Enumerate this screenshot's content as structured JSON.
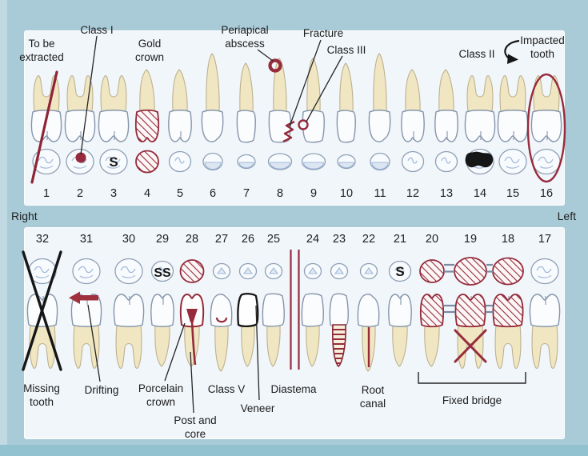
{
  "figure": {
    "right_label": "Right",
    "left_label": "Left"
  },
  "teeth_upper": [
    {
      "num": "1",
      "type": "molar",
      "symbols": [
        "extraction-line"
      ]
    },
    {
      "num": "2",
      "type": "molar",
      "symbols": [
        "class-i-caries"
      ]
    },
    {
      "num": "3",
      "type": "molar",
      "symbols": [
        "sealant"
      ]
    },
    {
      "num": "4",
      "type": "premolar",
      "symbols": [
        "gold-crown"
      ]
    },
    {
      "num": "5",
      "type": "premolar",
      "symbols": []
    },
    {
      "num": "6",
      "type": "canine",
      "symbols": []
    },
    {
      "num": "7",
      "type": "incisor",
      "symbols": []
    },
    {
      "num": "8",
      "type": "incisorC",
      "symbols": [
        "periapical-abscess",
        "fracture"
      ]
    },
    {
      "num": "9",
      "type": "incisorC",
      "symbols": [
        "class-iii-caries"
      ]
    },
    {
      "num": "10",
      "type": "incisor",
      "symbols": []
    },
    {
      "num": "11",
      "type": "canine",
      "symbols": []
    },
    {
      "num": "12",
      "type": "premolar",
      "symbols": []
    },
    {
      "num": "13",
      "type": "premolar",
      "symbols": []
    },
    {
      "num": "14",
      "type": "molar",
      "symbols": [
        "class-ii-amalgam"
      ]
    },
    {
      "num": "15",
      "type": "molar",
      "symbols": []
    },
    {
      "num": "16",
      "type": "molar",
      "symbols": [
        "impacted-circle"
      ]
    }
  ],
  "teeth_lower": [
    {
      "num": "32",
      "type": "molar",
      "symbols": [
        "missing-x"
      ]
    },
    {
      "num": "31",
      "type": "molar",
      "symbols": [
        "drifting-arrow"
      ]
    },
    {
      "num": "30",
      "type": "molar",
      "symbols": []
    },
    {
      "num": "29",
      "type": "premolar",
      "symbols": [
        "stainless-steel-crown"
      ]
    },
    {
      "num": "28",
      "type": "premolar",
      "symbols": [
        "porcelain-crown",
        "post-and-core"
      ]
    },
    {
      "num": "27",
      "type": "canine",
      "symbols": [
        "class-v"
      ]
    },
    {
      "num": "26",
      "type": "incisor",
      "symbols": [
        "veneer"
      ]
    },
    {
      "num": "25",
      "type": "incisorC",
      "symbols": []
    },
    {
      "num": "24",
      "type": "incisorC",
      "symbols": [
        "diastema-lines"
      ]
    },
    {
      "num": "23",
      "type": "incisor",
      "symbols": [
        "implant-root"
      ]
    },
    {
      "num": "22",
      "type": "canine",
      "symbols": [
        "root-canal-line"
      ]
    },
    {
      "num": "21",
      "type": "premolar",
      "symbols": [
        "sealant"
      ]
    },
    {
      "num": "20",
      "type": "premolar",
      "symbols": [
        "bridge-abutment"
      ]
    },
    {
      "num": "19",
      "type": "molar",
      "symbols": [
        "bridge-pontic"
      ]
    },
    {
      "num": "18",
      "type": "molar",
      "symbols": [
        "bridge-abutment"
      ]
    },
    {
      "num": "17",
      "type": "molar",
      "symbols": []
    }
  ],
  "annotations_top": [
    {
      "id": "to-be-extracted",
      "text": "To be\nextracted"
    },
    {
      "id": "class-i",
      "text": "Class I"
    },
    {
      "id": "gold-crown",
      "text": "Gold\ncrown"
    },
    {
      "id": "periapical-abscess",
      "text": "Periapical\nabscess"
    },
    {
      "id": "fracture",
      "text": "Fracture"
    },
    {
      "id": "class-iii",
      "text": "Class III"
    },
    {
      "id": "class-ii",
      "text": "Class II"
    },
    {
      "id": "impacted-tooth",
      "text": "Impacted\ntooth"
    }
  ],
  "annotations_bottom": [
    {
      "id": "missing-tooth",
      "text": "Missing\ntooth"
    },
    {
      "id": "drifting",
      "text": "Drifting"
    },
    {
      "id": "porcelain-crown",
      "text": "Porcelain\ncrown"
    },
    {
      "id": "class-v",
      "text": "Class V"
    },
    {
      "id": "post-and-core",
      "text": "Post and\ncore"
    },
    {
      "id": "veneer",
      "text": "Veneer"
    },
    {
      "id": "diastema",
      "text": "Diastema"
    },
    {
      "id": "root-canal",
      "text": "Root\ncanal"
    },
    {
      "id": "fixed-bridge",
      "text": "Fixed bridge"
    }
  ],
  "symbol_letters": {
    "sealant": "S",
    "stainless_steel_crown": "SS"
  },
  "colors": {
    "background": "#a9cbd8",
    "panel": "#f1f6fa",
    "maroon": "#952b3c",
    "arrow_red": "#a1303e",
    "black_symbol": "#161616",
    "root_fill": "#f0e6c1",
    "root_stroke": "#bdb190",
    "crown_fill": "#fbfcfe",
    "crown_stroke": "#8495ab",
    "occlusal_stroke": "#8da0b6",
    "occlusal_detail": "#a3b9da",
    "occlusal_shade": "#ccd9ec",
    "connector": "#7b8aa1",
    "leader": "#262626",
    "number_color": "#1f1f1f"
  }
}
